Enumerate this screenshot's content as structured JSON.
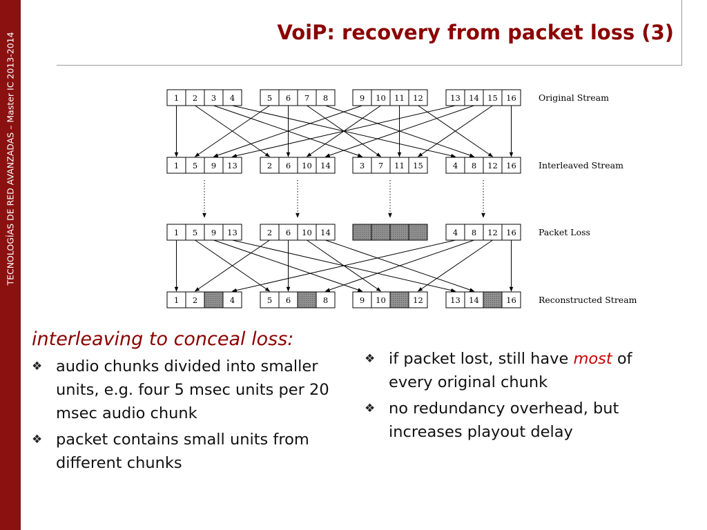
{
  "sidebar": {
    "text": "TECNOLOGÍAS DE RED AVANZADAS – Master IC 2013-2014",
    "color": "#8b1111"
  },
  "title": "VoiP: recovery from packet loss (3)",
  "diagram": {
    "row_labels": [
      "Original Stream",
      "Interleaved Stream",
      "Packet Loss",
      "Reconstructed Stream"
    ],
    "original": [
      [
        "1",
        "2",
        "3",
        "4"
      ],
      [
        "5",
        "6",
        "7",
        "8"
      ],
      [
        "9",
        "10",
        "11",
        "12"
      ],
      [
        "13",
        "14",
        "15",
        "16"
      ]
    ],
    "interleaved": [
      [
        "1",
        "5",
        "9",
        "13"
      ],
      [
        "2",
        "6",
        "10",
        "14"
      ],
      [
        "3",
        "7",
        "11",
        "15"
      ],
      [
        "4",
        "8",
        "12",
        "16"
      ]
    ],
    "packet_loss": [
      [
        "1",
        "5",
        "9",
        "13"
      ],
      [
        "2",
        "6",
        "10",
        "14"
      ],
      [
        "",
        "",
        "",
        ""
      ],
      [
        "4",
        "8",
        "12",
        "16"
      ]
    ],
    "reconstructed": [
      [
        "1",
        "2",
        "",
        "4"
      ],
      [
        "5",
        "6",
        "",
        "8"
      ],
      [
        "9",
        "10",
        "",
        "12"
      ],
      [
        "13",
        "14",
        "",
        "16"
      ]
    ],
    "lost_fill": "#9a9a9a"
  },
  "left": {
    "heading": "interleaving to conceal loss:",
    "bullets": [
      "audio chunks divided into smaller units, e.g. four 5 msec units per 20 msec audio chunk",
      "packet contains small units from different chunks"
    ]
  },
  "right": {
    "bullets": [
      {
        "before": "if packet lost, still have ",
        "emph": "most",
        "after": " of every original chunk"
      },
      {
        "text": "no redundancy overhead, but increases playout delay"
      }
    ]
  },
  "bullet_icon": "diamond-bullet-icon",
  "colors": {
    "title": "#8b0000",
    "emphasis": "#cc0000"
  }
}
